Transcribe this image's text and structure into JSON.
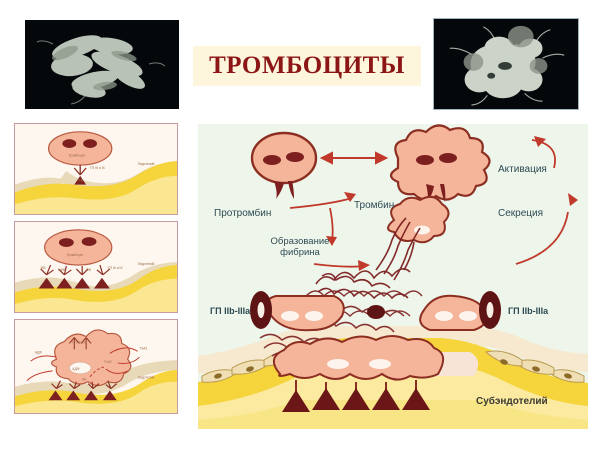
{
  "slide": {
    "title": "ТРОМБОЦИТЫ",
    "accent_color": "#8c1616",
    "title_bg": "#fdf6dc",
    "main_bg": "#eef6ec",
    "platelet_fill": "#f4b59a",
    "platelet_stroke": "#8c2e22",
    "fibrin_color": "#7d2020",
    "subendothelium_color": "#f5d43c",
    "arrow_color": "#c0392b",
    "label_color": "#2d4a52"
  },
  "micrographs": [
    {
      "name": "resting-platelets-sem",
      "position": "top-left",
      "background": "#05080a"
    },
    {
      "name": "aggregated-platelets-sem",
      "position": "top-right",
      "background": "#05080a"
    }
  ],
  "panels": [
    {
      "name": "adhesion-panel",
      "step": 1
    },
    {
      "name": "spreading-panel",
      "step": 2
    },
    {
      "name": "activation-panel",
      "step": 3
    }
  ],
  "main": {
    "labels": {
      "prothrombin": "Протромбин",
      "thrombin": "Тромбин",
      "fibrin_formation": "Образование\nфибрина",
      "fibrin_formation_line1": "Образование",
      "fibrin_formation_line2": "фибрина",
      "activation": "Активация",
      "secretion": "Секреция",
      "gp_left": "ГП IIb-IIIa",
      "gp_right": "ГП IIb-IIIa",
      "subendothelium": "Субэндотелий"
    }
  }
}
